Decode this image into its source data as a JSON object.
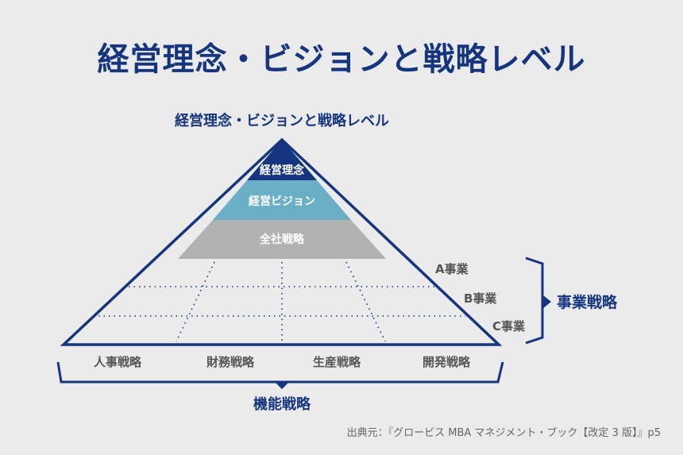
{
  "main_title": "経営理念・ビジョンと戦略レベル",
  "diagram": {
    "subtitle": "経営理念・ビジョンと戦略レベル",
    "levels": [
      "経営理念",
      "経営ビジョン",
      "全社戦略"
    ],
    "business_units": [
      "A事業",
      "B事業",
      "C事業"
    ],
    "business_strategy_label": "事業戦略",
    "functions": [
      "人事戦略",
      "財務戦略",
      "生産戦略",
      "開発戦略"
    ],
    "functional_strategy_label": "機能戦略",
    "colors": {
      "navy": "#15357e",
      "teal": "#6aafc6",
      "gray": "#b2b2b2",
      "text_gray": "#555555"
    }
  },
  "source": "出典元：『グロービス MBA マネジメント・ブック【改定 3 版】』p5"
}
